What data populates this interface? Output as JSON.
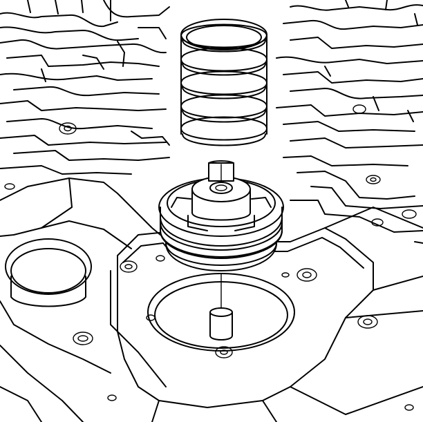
{
  "figure": {
    "kind": "line-art-exploded-view",
    "colors": {
      "line": "#000000",
      "background": "#ffffff"
    },
    "components": [
      {
        "id": "spring",
        "icon": "coil-spring-icon"
      },
      {
        "id": "piston",
        "icon": "accumulator-piston-icon"
      },
      {
        "id": "bore",
        "icon": "piston-bore-icon"
      },
      {
        "id": "pin",
        "icon": "guide-pin-icon"
      },
      {
        "id": "housing",
        "icon": "housing-cover-icon"
      },
      {
        "id": "valve-body",
        "icon": "valve-body-passages-icon"
      }
    ]
  }
}
